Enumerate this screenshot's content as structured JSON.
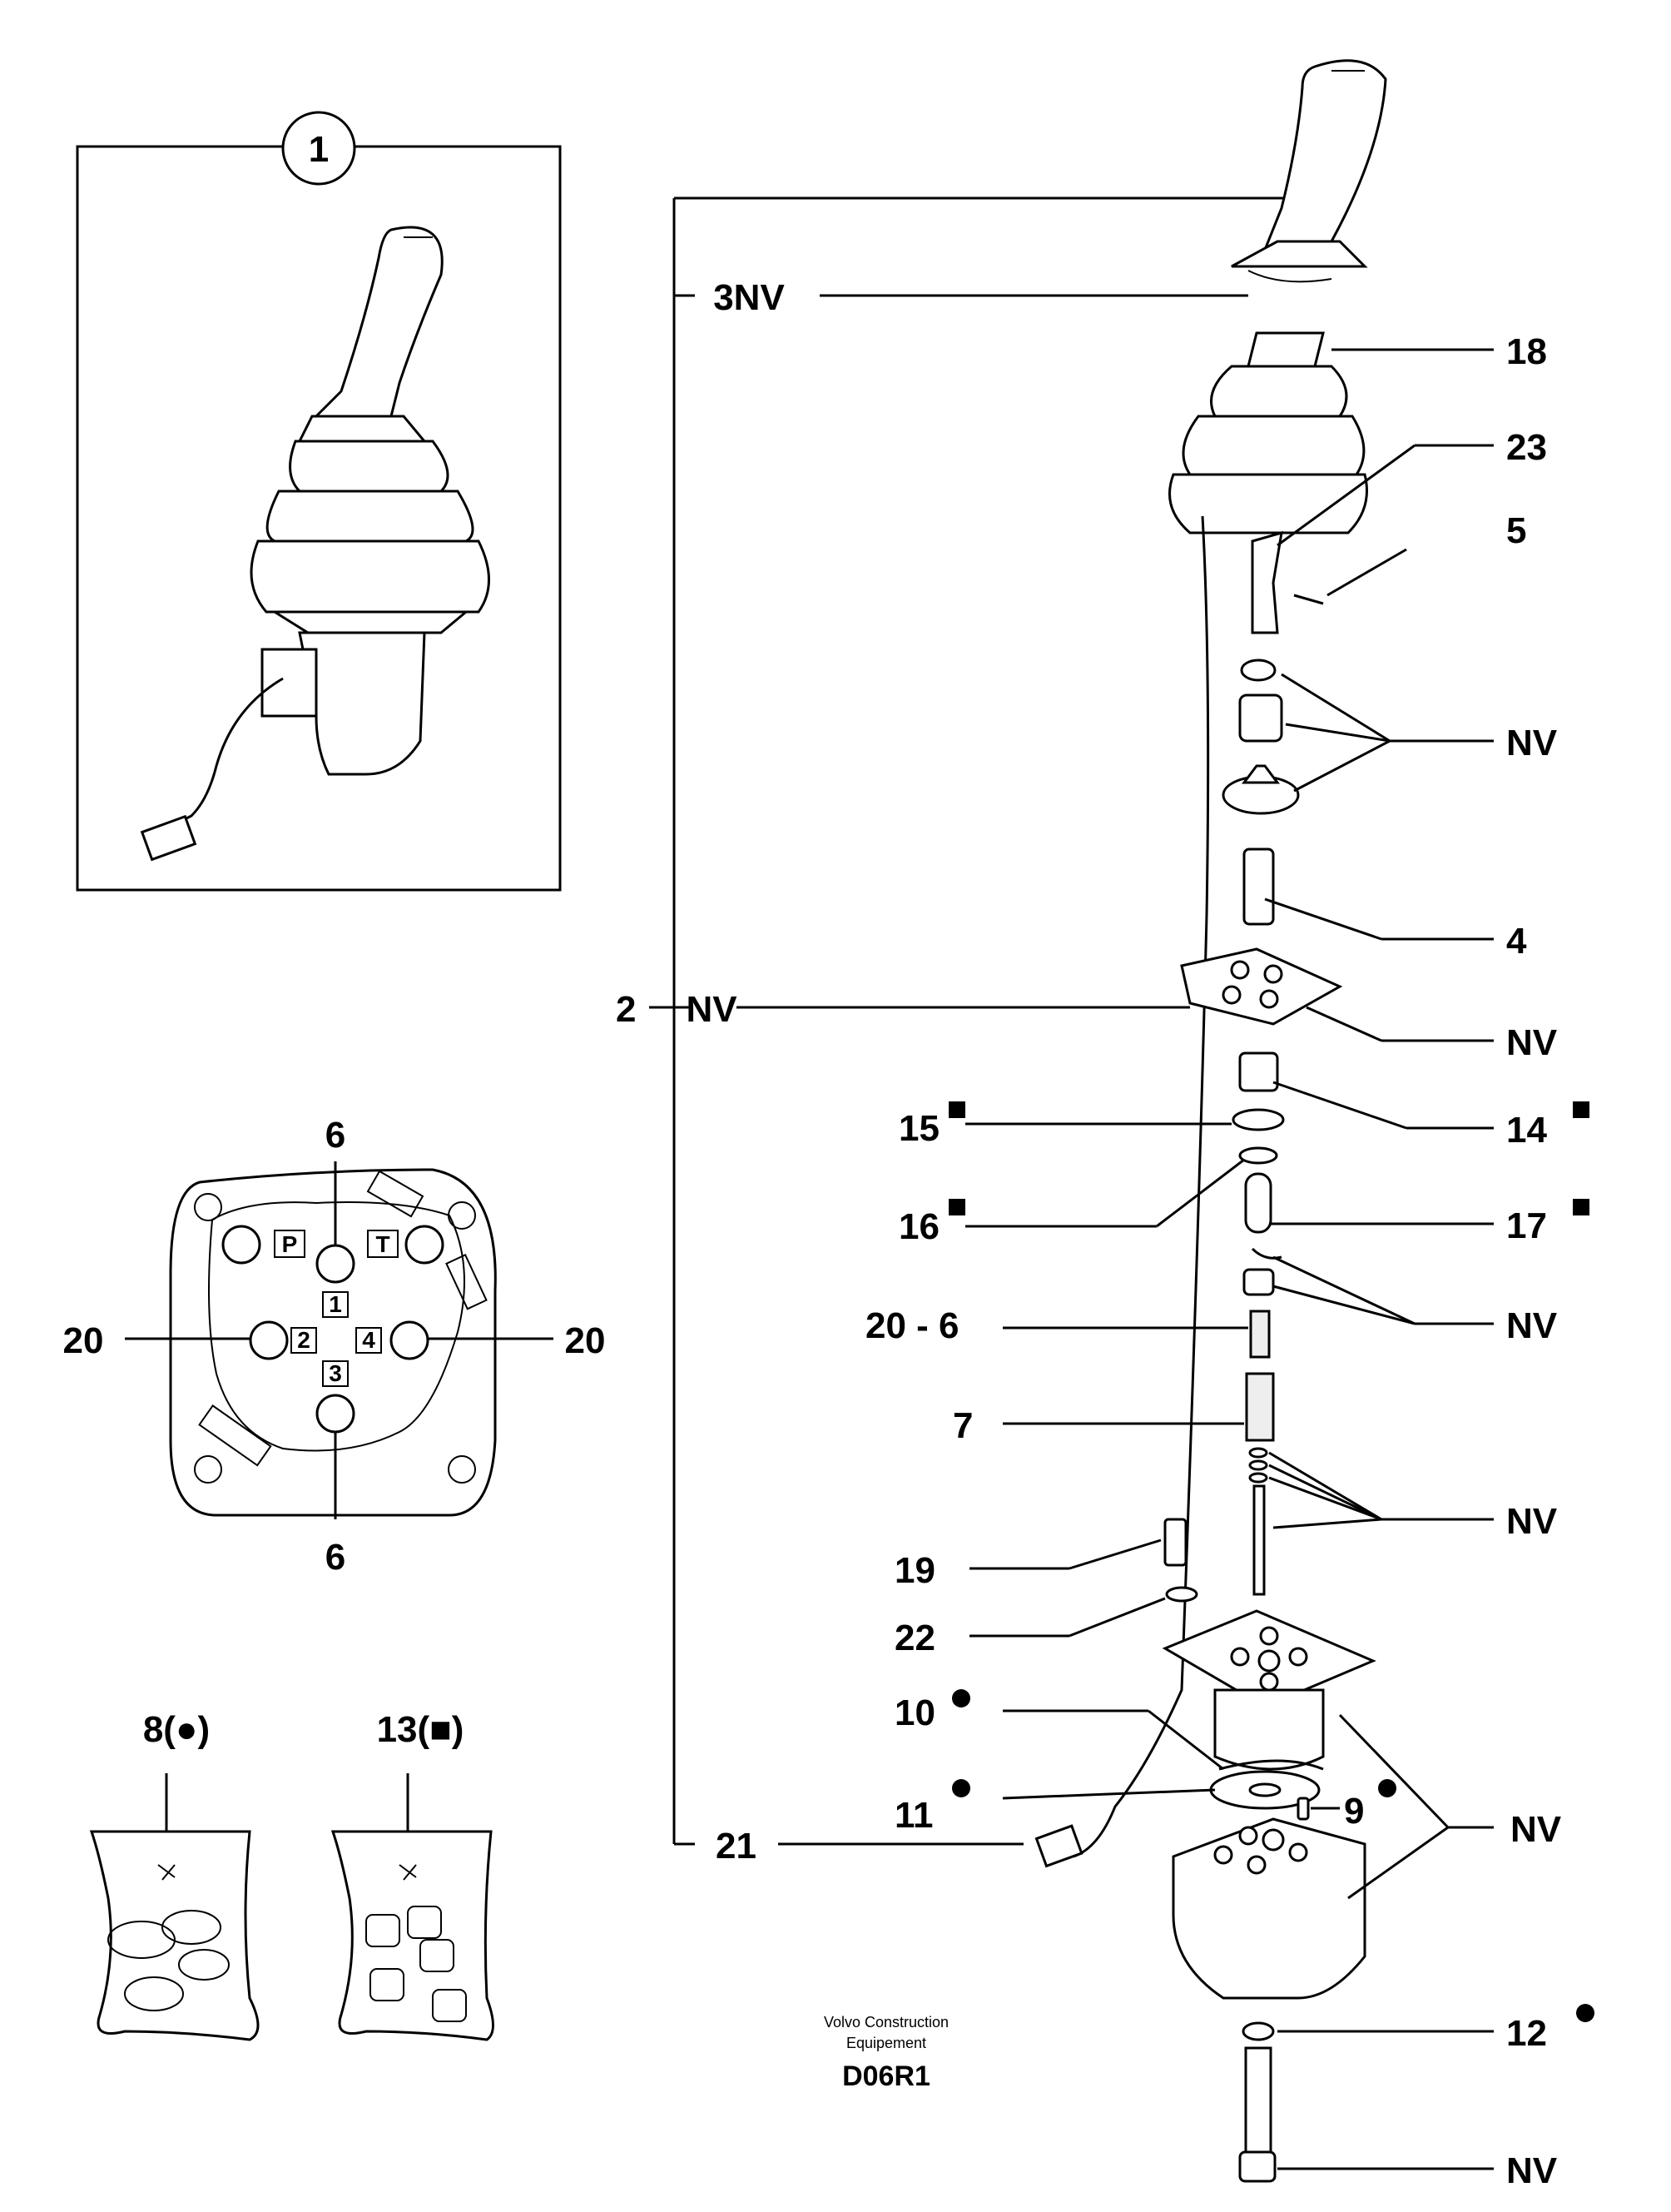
{
  "detail_view": {
    "number": "1"
  },
  "labels": {
    "l_3nv": "3NV",
    "l_18": "18",
    "l_23": "23",
    "l_5": "5",
    "l_nv_top": "NV",
    "l_4": "4",
    "l_2": "2",
    "l_2nv": "NV",
    "l_nv_plate": "NV",
    "l_15": "15",
    "l_14": "14",
    "l_16": "16",
    "l_17": "17",
    "l_20_6": "20 - 6",
    "l_nv_clip": "NV",
    "l_7": "7",
    "l_nv_stem": "NV",
    "l_19": "19",
    "l_22": "22",
    "l_10": "10",
    "l_11": "11",
    "l_9": "9",
    "l_nv_body": "NV",
    "l_21": "21",
    "l_12": "12",
    "l_nv_bolt": "NV"
  },
  "port_view": {
    "top_label": "6",
    "bottom_label": "6",
    "left_label": "20",
    "right_label": "20",
    "port_p": "P",
    "port_t": "T",
    "port_1": "1",
    "port_2": "2",
    "port_3": "3",
    "port_4": "4"
  },
  "kits": {
    "kit_8": "8(●)",
    "kit_13": "13(■)"
  },
  "footer": {
    "maker_line1": "Volvo Construction",
    "maker_line2": "Equipement",
    "code": "D06R1"
  }
}
